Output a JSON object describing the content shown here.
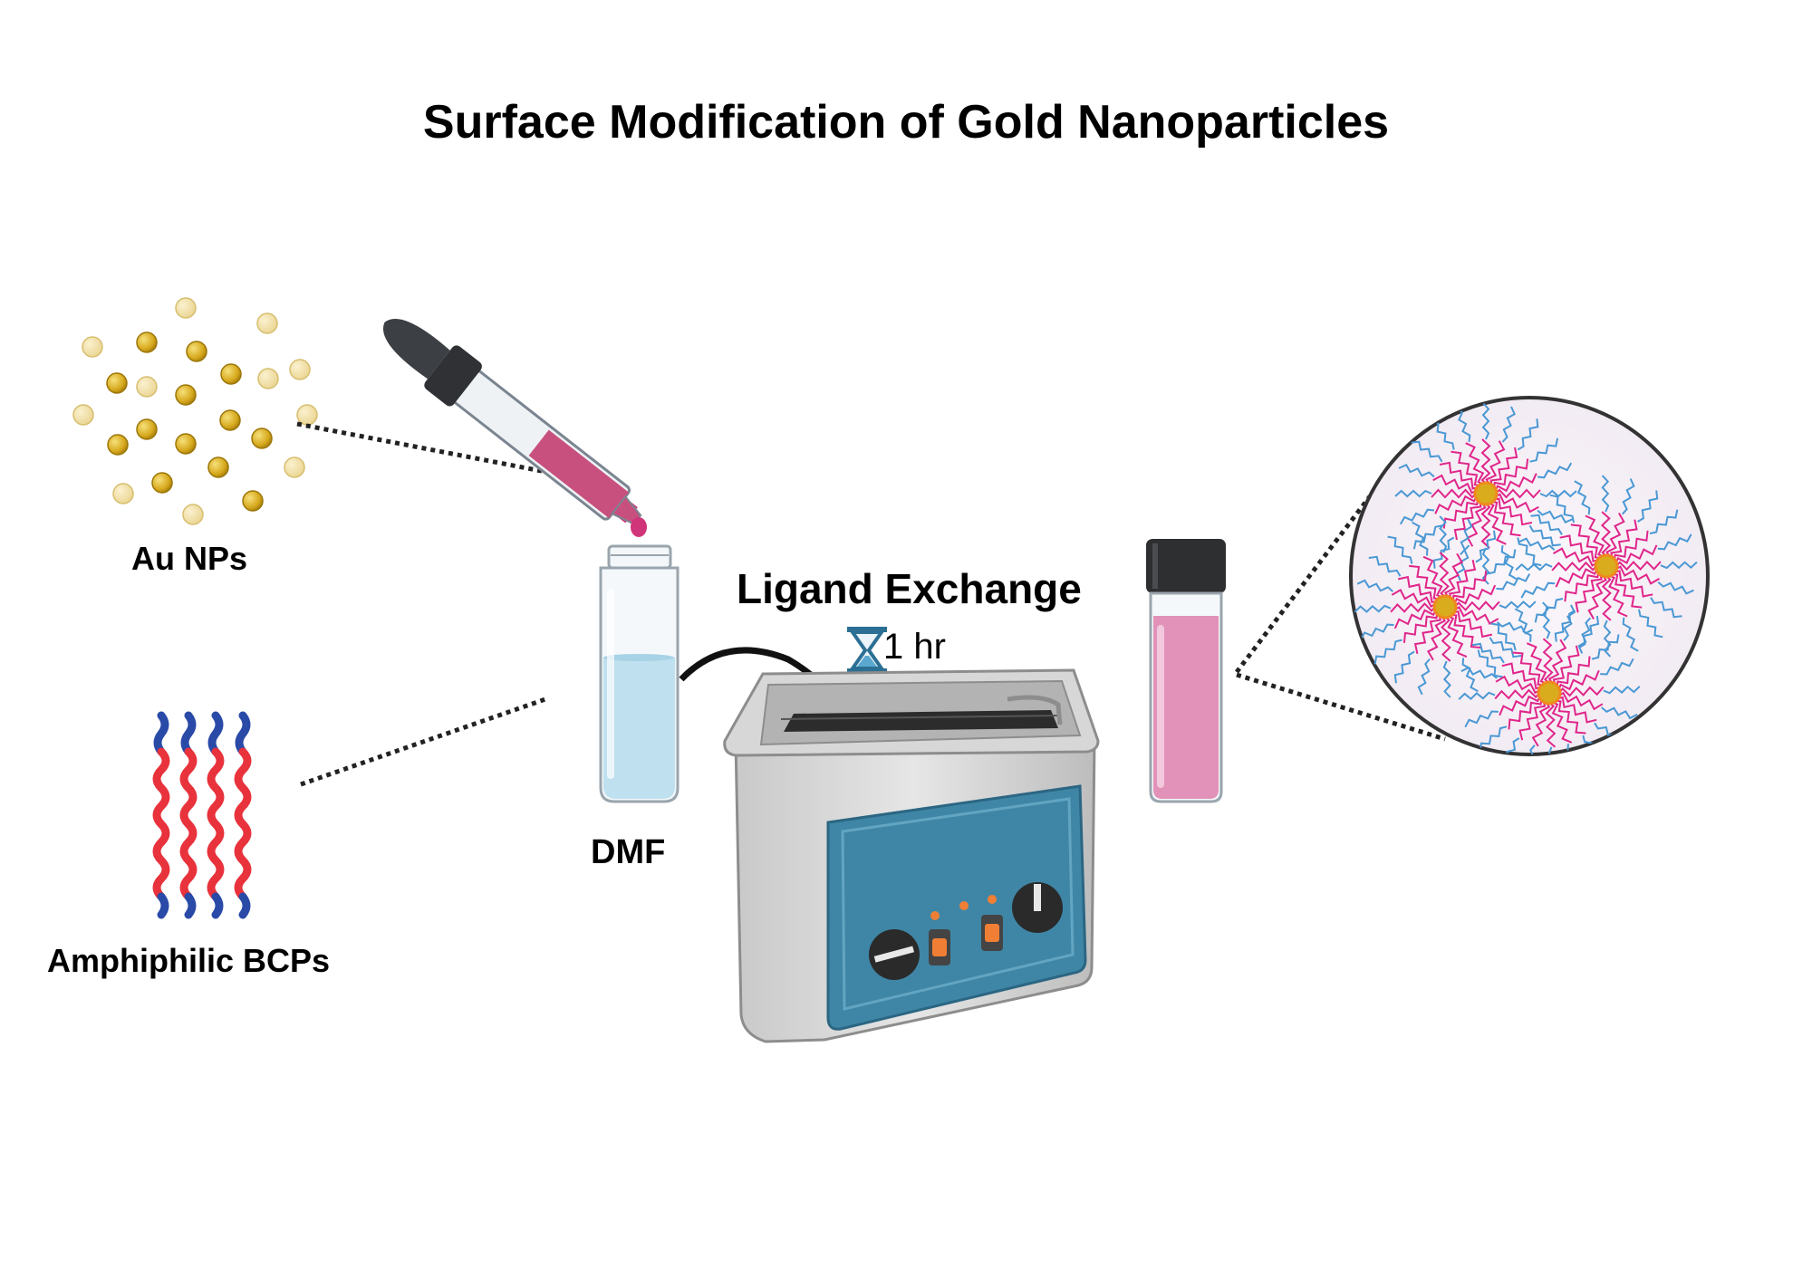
{
  "title": "Surface Modification of Gold Nanoparticles",
  "labels": {
    "au_nps": "Au NPs",
    "amphiphilic_bcps": "Amphiphilic BCPs",
    "dmf": "DMF",
    "ligand_exchange": "Ligand Exchange",
    "duration": "1 hr"
  },
  "icons": [
    "gold-nanoparticle-icon",
    "dropper-icon",
    "vial-icon",
    "hourglass-icon",
    "ultrasonic-bath-icon",
    "capped-vial-icon",
    "micelle-icon",
    "polymer-chain-icon"
  ],
  "colors": {
    "gold": "#d9ac1e",
    "gold_light": "#f0dc9c",
    "pink": "#e291b8",
    "magenta": "#e0258a",
    "blue": "#2a4aa8",
    "red": "#e8323c",
    "bath_panel": "#3f86a6",
    "water": "#bfe0ee"
  }
}
